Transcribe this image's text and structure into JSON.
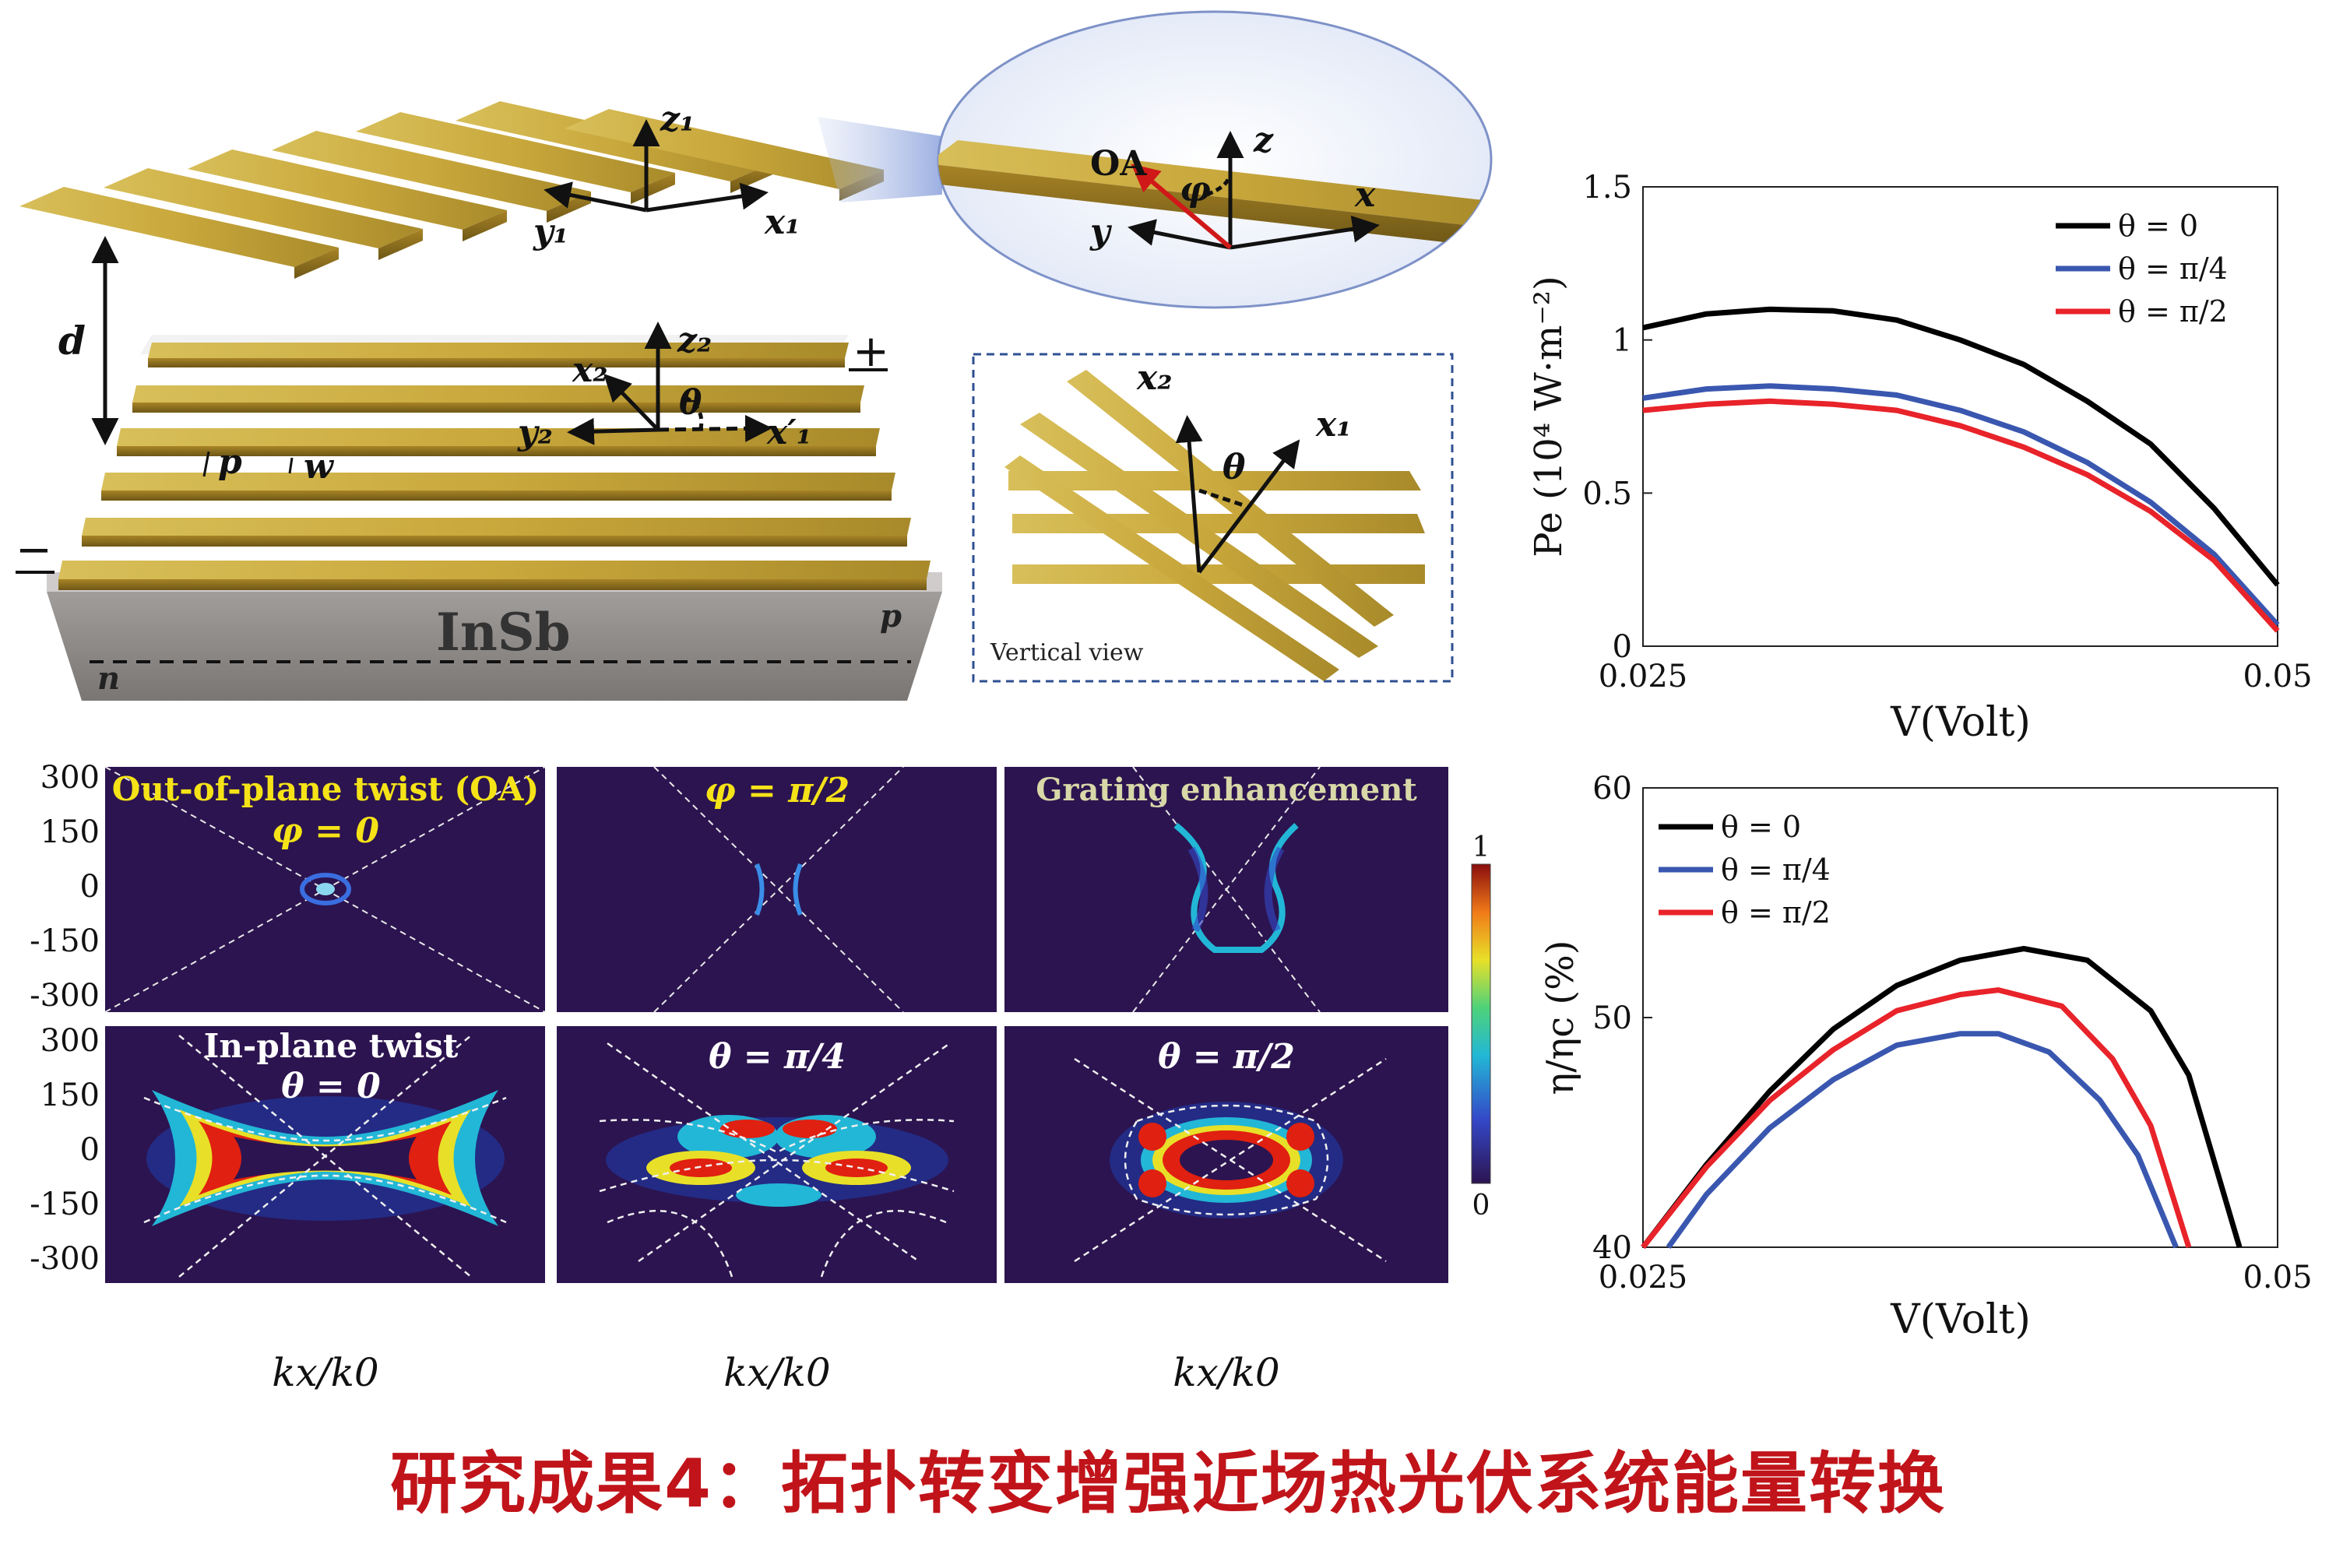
{
  "schematic": {
    "label_z1": "z₁",
    "label_x1": "x₁",
    "label_y1": "y₁",
    "label_z2": "z₂",
    "label_x2": "x₂",
    "label_y2": "y₂",
    "label_x1p": "x′₁",
    "label_theta": "θ",
    "label_d": "d",
    "label_p": "p",
    "label_w": "w",
    "label_plus": "+",
    "label_minus": "−",
    "label_insb": "InSb",
    "label_pside": "p",
    "label_nside": "n",
    "zoom_oa": "OA",
    "zoom_phi": "φ",
    "zoom_z": "z",
    "zoom_x": "x",
    "zoom_y": "y",
    "vv_x2": "x₂",
    "vv_x1": "x₁",
    "vv_theta": "θ",
    "vv_label": "Vertical view",
    "gold_color": "#b8962e",
    "substrate_color": "#8c8886"
  },
  "maps": {
    "y_ticks": [
      "300",
      "150",
      "0",
      "-150",
      "-300"
    ],
    "panel_titles": {
      "p1_line1": "Out-of-plane twist (OA)",
      "p1_line2": "φ = 0",
      "p2": "φ = π/2",
      "p3": "Grating enhancement",
      "p4_line1": "In-plane twist",
      "p4_line2": "θ = 0",
      "p5": "θ = π/4",
      "p6": "θ = π/2"
    },
    "xlabel": "kx/k0",
    "colorbar_max": "1",
    "colorbar_min": "0",
    "background_color": "#2c1450",
    "title_yellow": "#f5e318"
  },
  "chart_data": [
    {
      "type": "line",
      "xlabel": "V(Volt)",
      "ylabel": "Pe (10⁴ W·m⁻²)",
      "xlim": [
        0.025,
        0.05
      ],
      "ylim": [
        0,
        1.5
      ],
      "xticks": [
        "0.025",
        "0.05"
      ],
      "yticks": [
        "0",
        "0.5",
        "1",
        "1.5"
      ],
      "legend_position": "top-right",
      "series": [
        {
          "name": "θ = 0",
          "color": "#000000",
          "x": [
            0.025,
            0.0275,
            0.03,
            0.0325,
            0.035,
            0.0375,
            0.04,
            0.0425,
            0.045,
            0.0475,
            0.05
          ],
          "values": [
            1.04,
            1.085,
            1.1,
            1.095,
            1.065,
            1.0,
            0.92,
            0.8,
            0.66,
            0.45,
            0.2
          ]
        },
        {
          "name": "θ = π/4",
          "color": "#3a57b0",
          "x": [
            0.025,
            0.0275,
            0.03,
            0.0325,
            0.035,
            0.0375,
            0.04,
            0.0425,
            0.045,
            0.0475,
            0.05
          ],
          "values": [
            0.81,
            0.84,
            0.85,
            0.84,
            0.82,
            0.77,
            0.7,
            0.6,
            0.47,
            0.3,
            0.07
          ]
        },
        {
          "name": "θ = π/2",
          "color": "#e8232a",
          "x": [
            0.025,
            0.0275,
            0.03,
            0.0325,
            0.035,
            0.0375,
            0.04,
            0.0425,
            0.045,
            0.0475,
            0.05
          ],
          "values": [
            0.77,
            0.79,
            0.8,
            0.79,
            0.77,
            0.72,
            0.65,
            0.56,
            0.44,
            0.28,
            0.05
          ]
        }
      ]
    },
    {
      "type": "line",
      "xlabel": "V(Volt)",
      "ylabel": "η/ηc (%)",
      "xlim": [
        0.025,
        0.05
      ],
      "ylim": [
        40,
        60
      ],
      "xticks": [
        "0.025",
        "0.05"
      ],
      "yticks": [
        "40",
        "50",
        "60"
      ],
      "legend_position": "top-left",
      "series": [
        {
          "name": "θ = 0",
          "color": "#000000",
          "x": [
            0.025,
            0.0275,
            0.03,
            0.0325,
            0.035,
            0.0375,
            0.04,
            0.0425,
            0.045,
            0.0465,
            0.0485
          ],
          "values": [
            40.0,
            43.6,
            46.8,
            49.5,
            51.4,
            52.5,
            53.0,
            52.5,
            50.3,
            47.5,
            40.0
          ]
        },
        {
          "name": "θ = π/4",
          "color": "#3a57b0",
          "x": [
            0.026,
            0.0275,
            0.03,
            0.0325,
            0.035,
            0.0375,
            0.039,
            0.041,
            0.043,
            0.0445,
            0.046
          ],
          "values": [
            40.0,
            42.3,
            45.2,
            47.3,
            48.8,
            49.3,
            49.3,
            48.5,
            46.4,
            44.0,
            40.0
          ]
        },
        {
          "name": "θ = π/2",
          "color": "#e8232a",
          "x": [
            0.025,
            0.0275,
            0.03,
            0.0325,
            0.035,
            0.0375,
            0.039,
            0.0415,
            0.0435,
            0.045,
            0.0465
          ],
          "values": [
            40.0,
            43.5,
            46.4,
            48.6,
            50.3,
            51.0,
            51.2,
            50.5,
            48.2,
            45.3,
            40.0
          ]
        }
      ]
    }
  ],
  "caption": "研究成果4：拓扑转变增强近场热光伏系统能量转换"
}
